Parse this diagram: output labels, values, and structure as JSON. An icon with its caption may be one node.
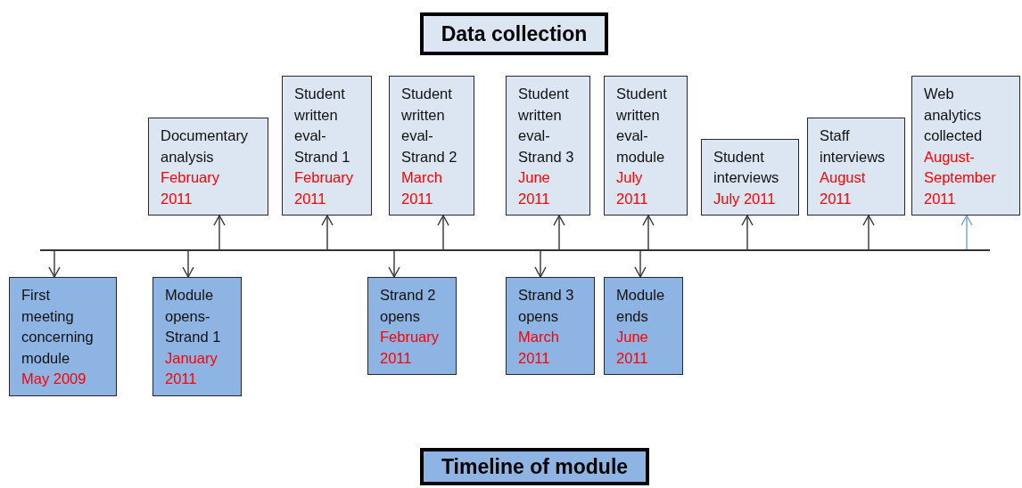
{
  "diagram": {
    "nodes": [
      {
        "text": [
          "Data collection"
        ]
      },
      {
        "text": [
          "Documentary analysis",
          "February 2011"
        ]
      },
      {
        "text": [
          "Student written eval-Strand 1",
          "February 2011"
        ]
      },
      {
        "text": [
          "Student written eval-Strand 2",
          "March 2011"
        ]
      },
      {
        "text": [
          "Student written eval-Strand 3",
          "June 2011"
        ]
      },
      {
        "text": [
          "Student written eval-module",
          "July 2011"
        ]
      },
      {
        "text": [
          "Student interviews",
          "July 2011"
        ]
      },
      {
        "text": [
          "Staff interviews",
          "August 2011"
        ]
      },
      {
        "text": [
          "Web analytics collected",
          "August-September 2011"
        ]
      },
      {
        "text": [],
        "shape": "bar"
      },
      {
        "text": [
          "First meeting concerning module",
          "May 2009"
        ]
      },
      {
        "text": [
          "Module opens-Strand 1",
          "January 2011"
        ]
      },
      {
        "text": [
          "Strand 2 opens",
          "February 2011"
        ]
      },
      {
        "text": [
          "Strand 3 opens",
          "March 2011"
        ]
      },
      {
        "text": [
          "Module ends",
          "June 2011"
        ]
      },
      {
        "text": [
          "Timeline of module"
        ]
      }
    ],
    "edges": [
      {
        "from": 9,
        "to": 1,
        "arrow": "to"
      },
      {
        "from": 9,
        "to": 2,
        "arrow": "to"
      },
      {
        "from": 9,
        "to": 3,
        "arrow": "to"
      },
      {
        "from": 9,
        "to": 4,
        "arrow": "to"
      },
      {
        "from": 9,
        "to": 5,
        "arrow": "to"
      },
      {
        "from": 9,
        "to": 6,
        "arrow": "to"
      },
      {
        "from": 9,
        "to": 7,
        "arrow": "to"
      },
      {
        "from": 9,
        "to": 8,
        "arrow": "to",
        "color": "#6f9fd8"
      },
      {
        "from": 9,
        "to": 10,
        "arrow": "to"
      },
      {
        "from": 9,
        "to": 11,
        "arrow": "to"
      },
      {
        "from": 9,
        "to": 12,
        "arrow": "to"
      },
      {
        "from": 9,
        "to": 13,
        "arrow": "to"
      },
      {
        "from": 9,
        "to": 14,
        "arrow": "to"
      }
    ]
  }
}
